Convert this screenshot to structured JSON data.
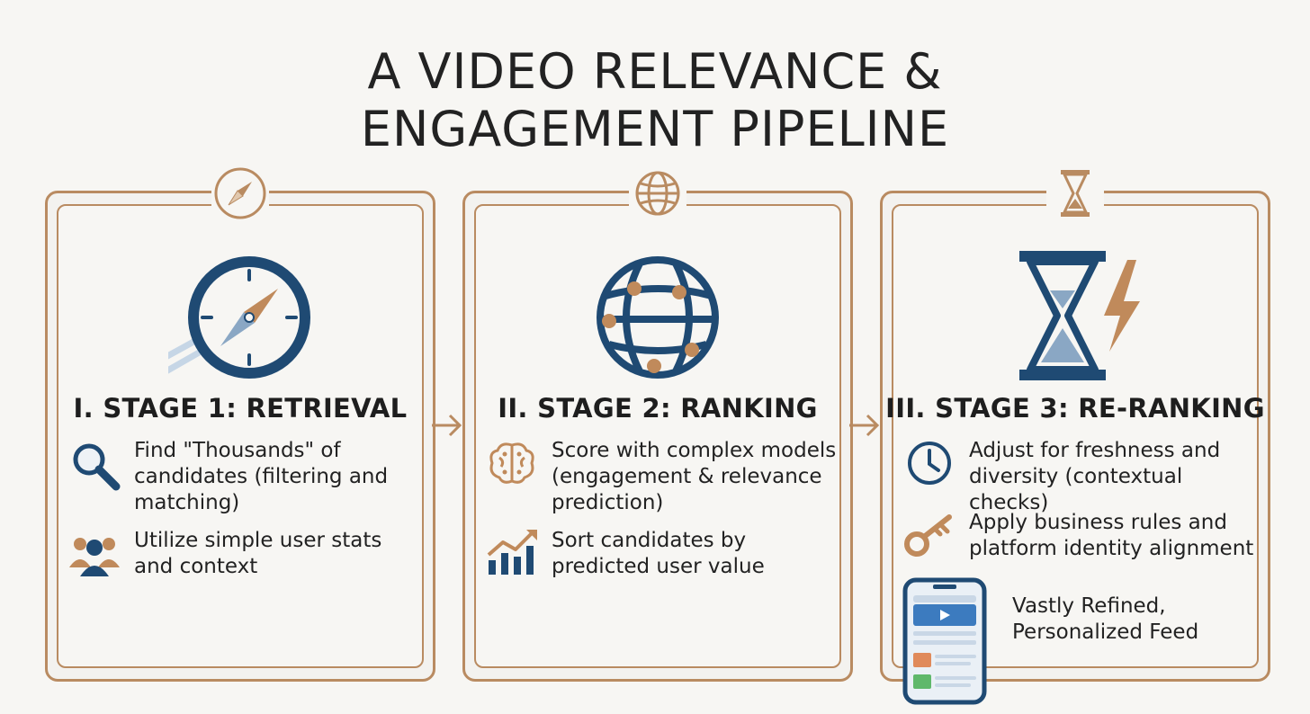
{
  "title": {
    "line1": "A VIDEO RELEVANCE &",
    "line2": "ENGAGEMENT PIPELINE"
  },
  "colors": {
    "navy": "#1f4a73",
    "copper": "#b98b61",
    "text": "#222222"
  },
  "stages": [
    {
      "heading": "I. STAGE 1: RETRIEVAL",
      "badge_icon": "compass-icon",
      "main_icon": "compass-icon",
      "items": [
        {
          "icon": "magnifier-icon",
          "text": "Find \"Thousands\" of candidates (filtering and matching)"
        },
        {
          "icon": "users-icon",
          "text": "Utilize simple user stats and context"
        }
      ]
    },
    {
      "heading": "II. STAGE 2: RANKING",
      "badge_icon": "globe-icon",
      "main_icon": "network-globe-icon",
      "items": [
        {
          "icon": "brain-icon",
          "text": "Score with complex models (engagement & relevance prediction)"
        },
        {
          "icon": "bar-chart-trend-icon",
          "text": "Sort candidates by predicted user value"
        }
      ]
    },
    {
      "heading": "III. STAGE 3: RE-RANKING",
      "badge_icon": "hourglass-icon",
      "main_icon": "hourglass-lightning-icon",
      "items": [
        {
          "icon": "clock-icon",
          "text": "Adjust for freshness and diversity (contextual checks)"
        },
        {
          "icon": "key-icon",
          "text": "Apply business rules and platform identity alignment"
        }
      ],
      "output": {
        "icon": "phone-feed-icon",
        "text": "Vastly Refined, Personalized Feed"
      }
    }
  ]
}
